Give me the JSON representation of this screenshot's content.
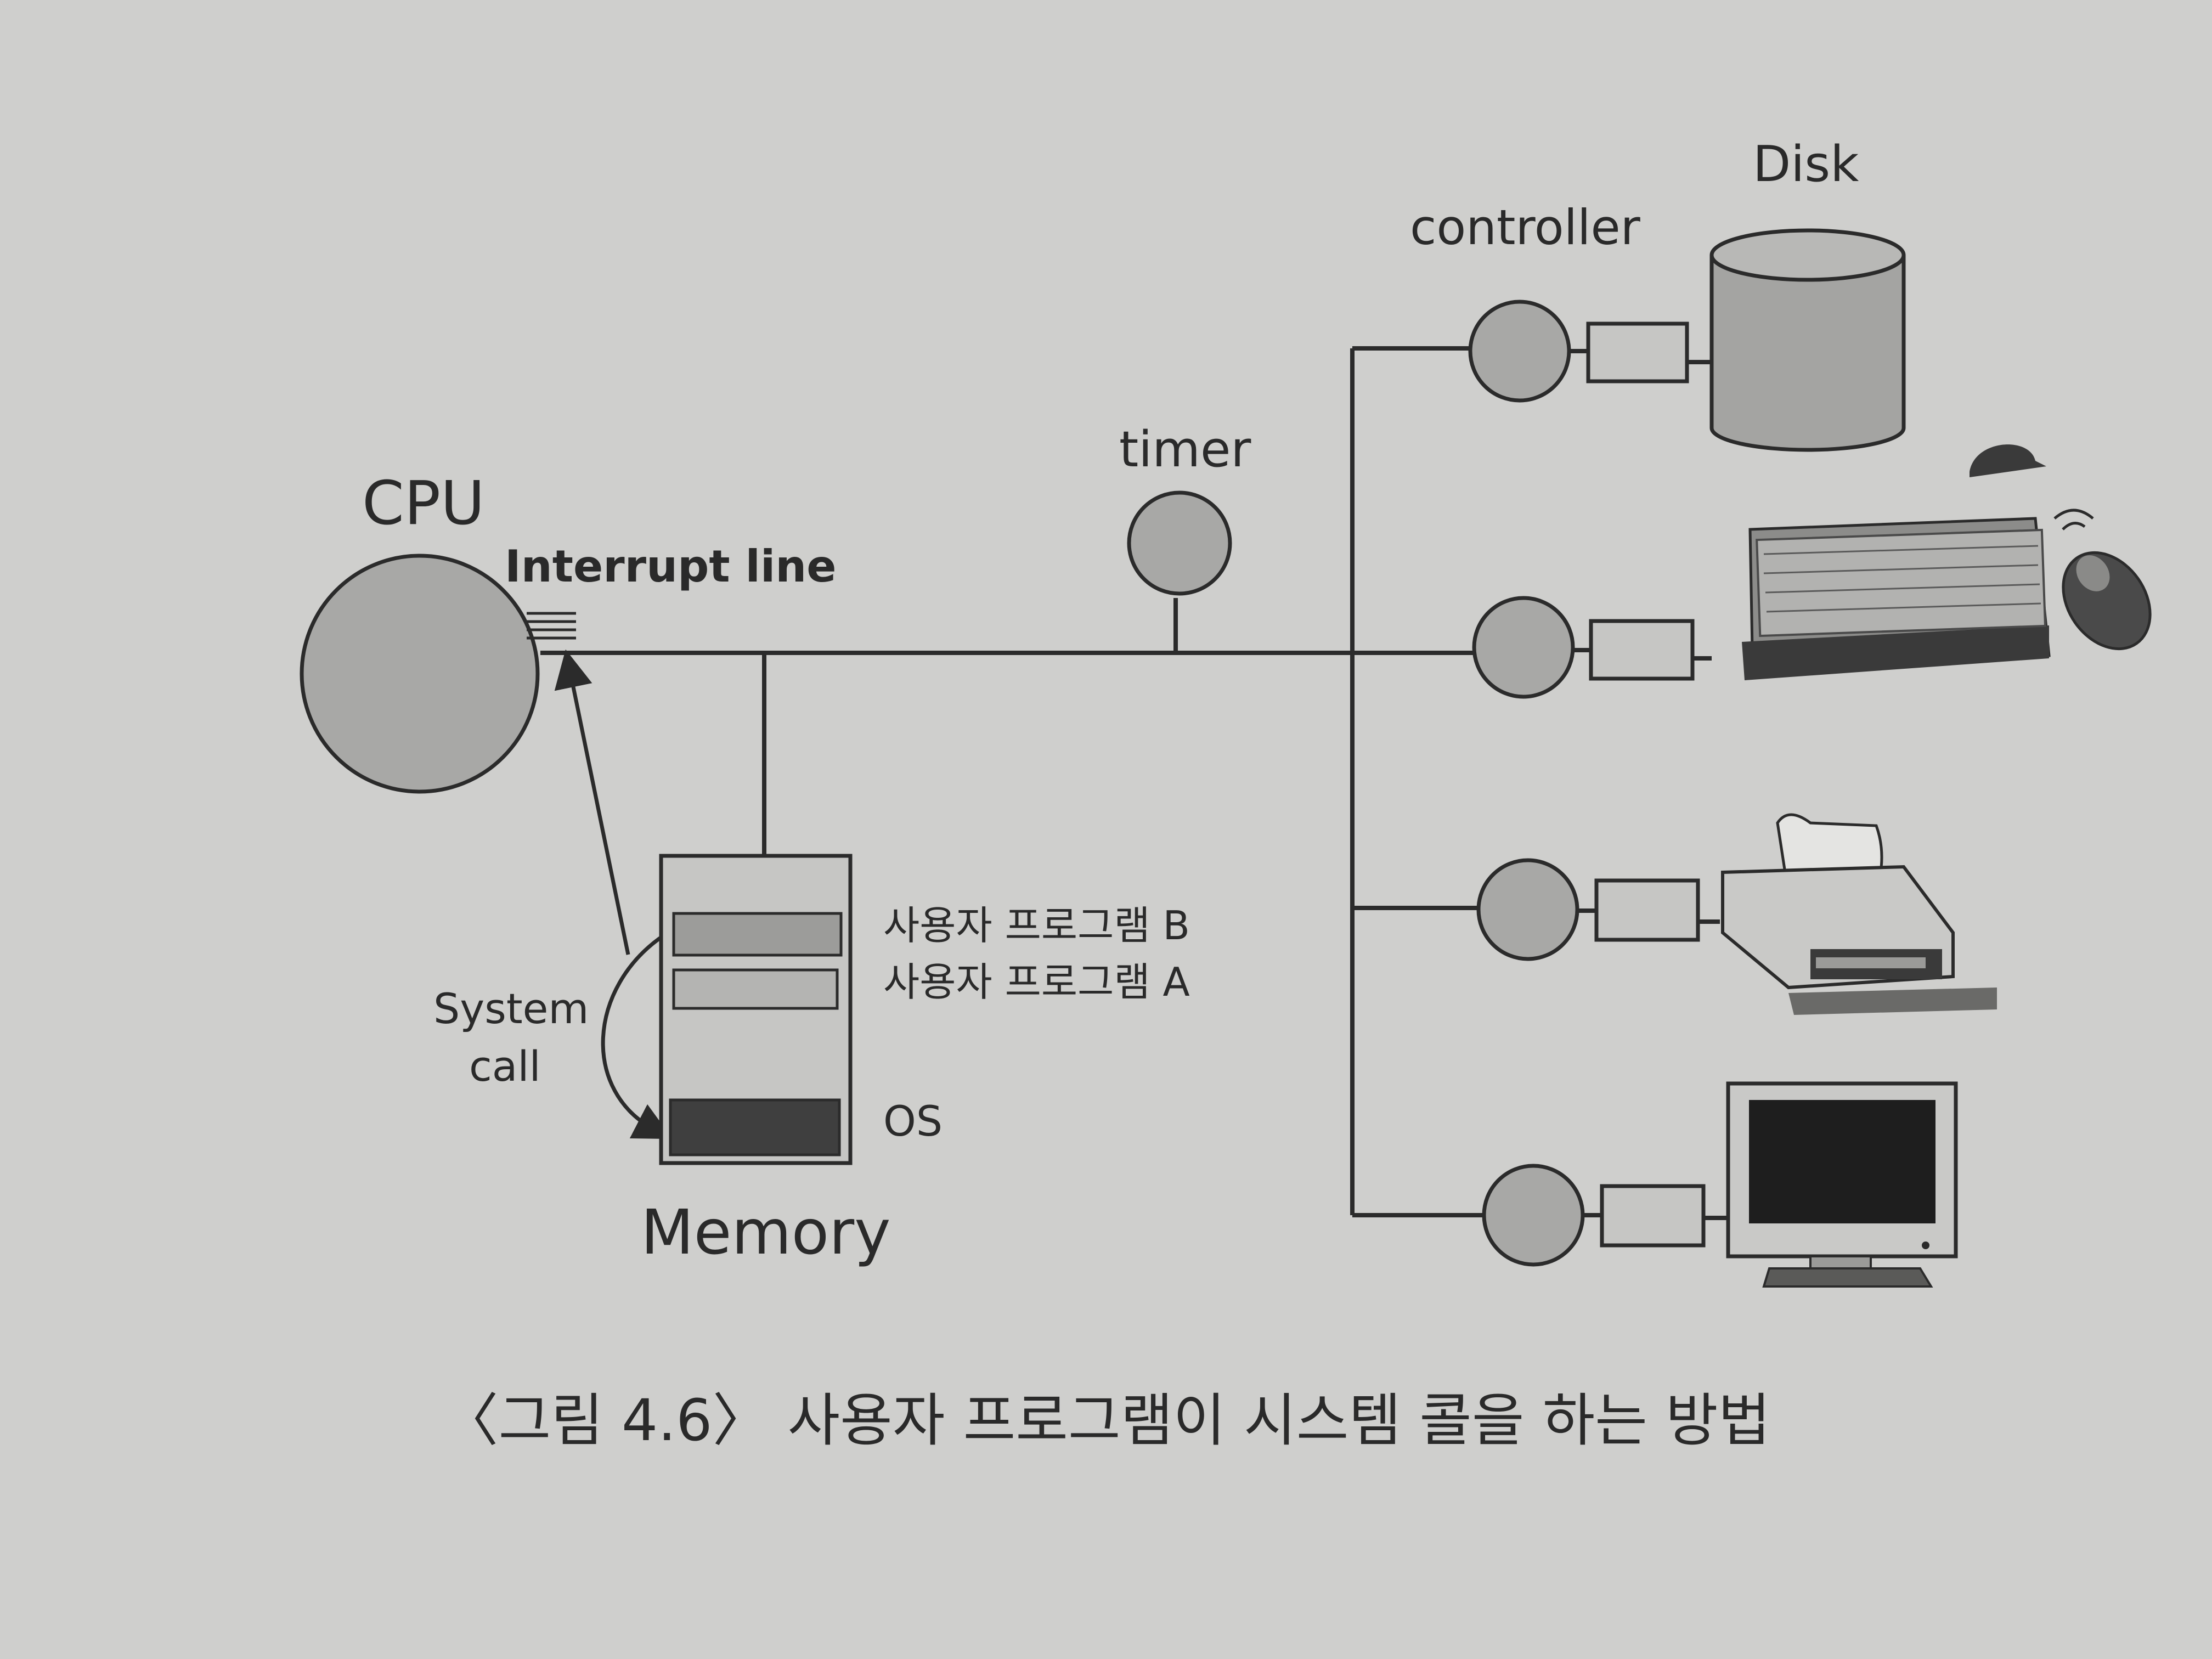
{
  "labels": {
    "cpu": "CPU",
    "interrupt_line": "Interrupt line",
    "timer": "timer",
    "controller": "controller",
    "disk": "Disk",
    "user_program_b": "사용자 프로그램 B",
    "user_program_a": "사용자 프로그램 A",
    "os": "OS",
    "system_call_line1": "System",
    "system_call_line2": "call",
    "memory": "Memory"
  },
  "caption": "〈그림 4.6〉 사용자 프로그램이 시스템 콜을 하는 방법",
  "icons": {
    "disk": "disk-cylinder-icon",
    "keyboard": "keyboard-icon",
    "mouse": "mouse-icon",
    "printer": "printer-icon",
    "monitor": "monitor-icon"
  },
  "colors": {
    "background": "#cfcfcd",
    "circle_fill": "#a8a8a6",
    "line": "#2b2b2b",
    "os_block": "#3f3f3f",
    "program_block": "#9c9c9a"
  }
}
